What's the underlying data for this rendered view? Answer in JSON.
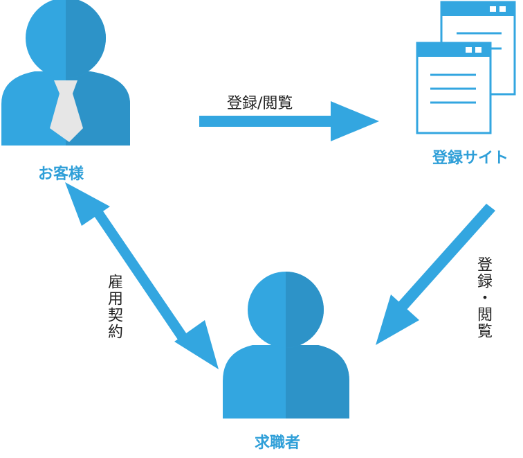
{
  "colors": {
    "primary": "#33a6e0",
    "shade": "#2d93c8",
    "tie": "#e6e6e6",
    "label": "#2f9fd8",
    "text": "#222222"
  },
  "nodes": {
    "customer": {
      "label": "お客様",
      "icon": "businessman-icon"
    },
    "site": {
      "label": "登録サイト",
      "icon": "browser-windows-icon"
    },
    "seeker": {
      "label": "求職者",
      "icon": "person-icon"
    }
  },
  "edges": {
    "customer_to_site": {
      "label": "登録/閲覧"
    },
    "seeker_to_site": {
      "label": "登録・閲覧"
    },
    "customer_seeker": {
      "label": "雇用契約"
    }
  }
}
